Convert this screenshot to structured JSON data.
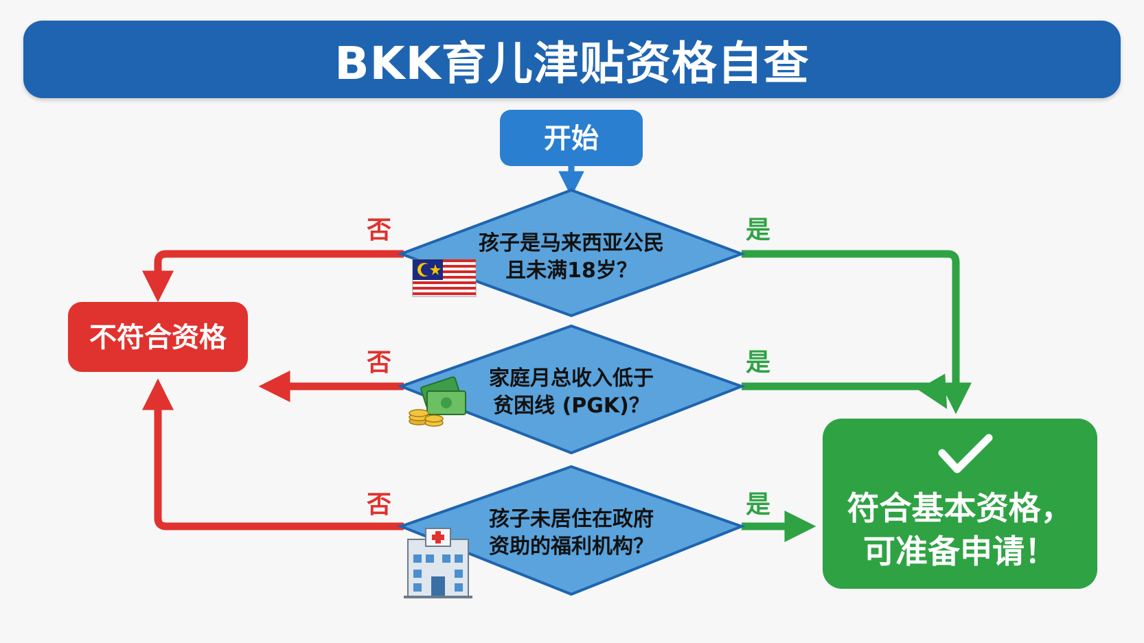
{
  "title": "BKK育儿津贴资格自查",
  "start": {
    "label": "开始"
  },
  "questions": [
    {
      "line1": "孩子是马来西亚公民",
      "line2": "且未满18岁？",
      "icon": "malaysia-flag-icon"
    },
    {
      "line1": "家庭月总收入低于",
      "line2": "贫困线 (PGK)？",
      "icon": "money-coins-icon"
    },
    {
      "line1": "孩子未居住在政府",
      "line2": "资助的福利机构？",
      "icon": "hospital-building-icon"
    }
  ],
  "labels": {
    "yes": "是",
    "no": "否"
  },
  "outcomes": {
    "ineligible": "不符合资格",
    "eligible_line1": "符合基本资格，",
    "eligible_line2": "可准备申请！"
  },
  "colors": {
    "title_bg": "#1f64b0",
    "start_bg": "#2a7fd0",
    "diamond_fill": "#5aa3dc",
    "diamond_stroke": "#1f64b0",
    "no_red": "#e0322e",
    "yes_green": "#2fa244"
  }
}
